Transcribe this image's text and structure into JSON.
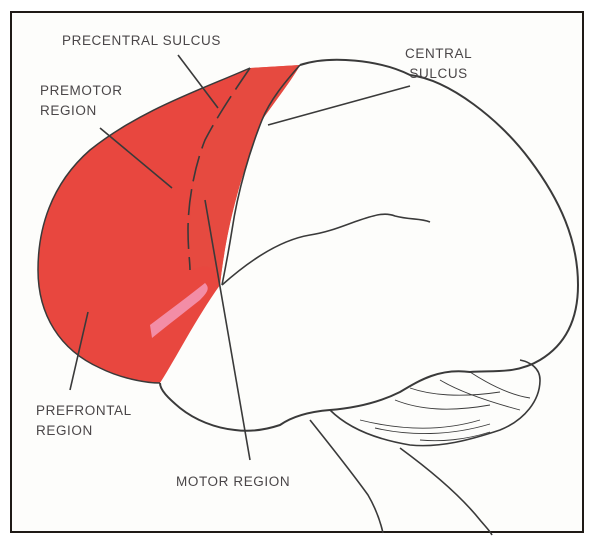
{
  "diagram": {
    "labels": {
      "precentral_sulcus": "PRECENTRAL SULCUS",
      "central_sulcus_line1": "CENTRAL",
      "central_sulcus_line2": "SULCUS",
      "premotor_line1": "PREMOTOR",
      "premotor_line2": "REGION",
      "prefrontal_line1": "PREFRONTAL",
      "prefrontal_line2": "REGION",
      "motor_region": "MOTOR REGION"
    },
    "colors": {
      "prefrontal_fill": "#e8473f",
      "premotor_fill": "#e64a40",
      "outline": "#3a3a3a",
      "frame": "#1f1a16",
      "highlight": "#f49ab8"
    }
  }
}
